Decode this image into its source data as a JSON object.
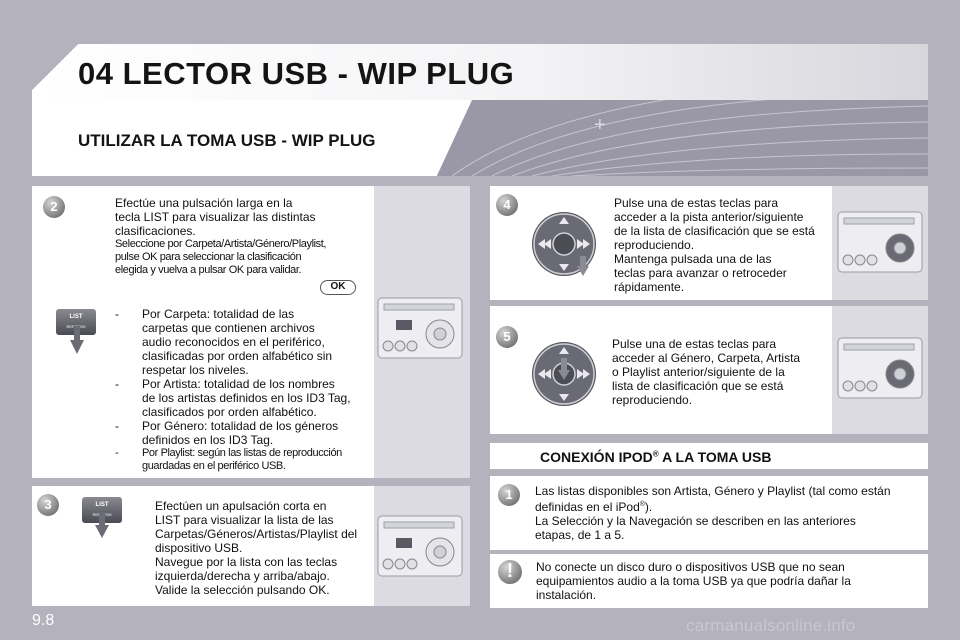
{
  "header": {
    "title": "04 LECTOR USB - WIP PLUG",
    "section_title": "UTILIZAR LA TOMA USB - WIP PLUG"
  },
  "step2": {
    "number": "2",
    "lines": [
      "Efectúe una pulsación larga en la",
      "tecla LIST para visualizar las distintas",
      "clasificaciones."
    ],
    "small_lines": [
      "Seleccione por Carpeta/Artista/Género/Playlist,",
      "pulse OK para seleccionar la clasificación",
      "elegida y vuelva a pulsar OK para validar."
    ],
    "ok_label": "OK",
    "key_label": "LIST",
    "key_sub": "REFRESH",
    "bullets": [
      {
        "lines": [
          "Por Carpeta: totalidad de las",
          "carpetas que contienen archivos",
          "audio reconocidos en el periférico,",
          "clasificadas por orden alfabético sin",
          "respetar los niveles."
        ]
      },
      {
        "lines": [
          "Por Artista: totalidad de los nombres",
          "de los artistas definidos en los ID3 Tag,",
          "clasificados por orden alfabético."
        ]
      },
      {
        "lines": [
          "Por Género: totalidad de los géneros",
          "definidos en los ID3 Tag."
        ]
      },
      {
        "lines": [
          "Por Playlist: según las listas de reproducción",
          "guardadas en el periférico USB."
        ]
      }
    ]
  },
  "step3": {
    "number": "3",
    "key_label": "LIST",
    "key_sub": "REFRESH",
    "lines": [
      "Efectúen un apulsación corta en",
      "LIST para visualizar la lista de las",
      "Carpetas/Géneros/Artistas/Playlist del",
      "dispositivo USB.",
      "Navegue por la lista con las teclas",
      "izquierda/derecha y arriba/abajo.",
      "Valide la selección pulsando OK."
    ]
  },
  "step4": {
    "number": "4",
    "lines": [
      "Pulse una de estas teclas para",
      "acceder a la pista anterior/siguiente",
      "de la lista de clasificación que se está",
      "reproduciendo.",
      "Mantenga pulsada una de las",
      "teclas para avanzar o retroceder",
      "rápidamente."
    ]
  },
  "step5": {
    "number": "5",
    "lines": [
      "Pulse una de estas teclas para",
      "acceder al Género, Carpeta, Artista",
      "o Playlist anterior/siguiente de la",
      "lista de clasificación que se está",
      "reproduciendo."
    ]
  },
  "connection": {
    "title_a": "CONEXIÓN IPOD",
    "title_sup": "®",
    "title_b": " A LA TOMA USB"
  },
  "step1": {
    "number": "1",
    "line1": "Las listas disponibles son Artista, Género y Playlist (tal como están",
    "line2a": "definidas en el iPod",
    "line2sup": "®",
    "line2b": ").",
    "line3": "La Selección y la Navegación se describen en las anteriores",
    "line4": "etapas, de 1 a 5."
  },
  "warning": {
    "symbol": "!",
    "lines": [
      "No conecte un disco duro o dispositivos USB que no sean",
      "equipamientos audio a la toma USB ya que podría dañar la",
      "instalación."
    ]
  },
  "footer": {
    "page_number": "9.8",
    "watermark": "carmanualsonline.info"
  },
  "colors": {
    "background": "#b4b2bd",
    "badge": "#7d7d7d",
    "panel_visual": "#dcdbe2"
  }
}
